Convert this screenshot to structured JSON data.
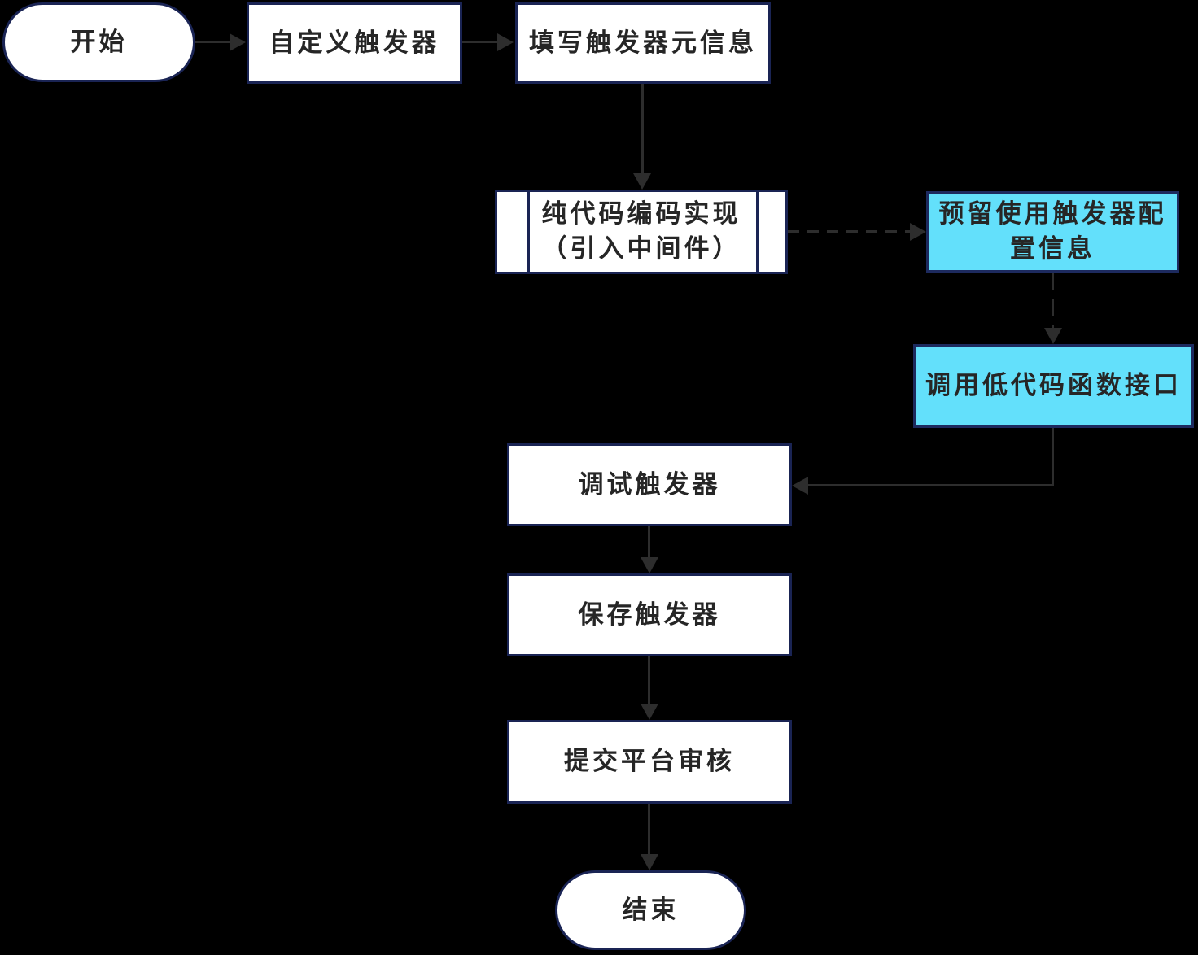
{
  "canvas": {
    "background": "#000000"
  },
  "colors": {
    "node_fill": "#ffffff",
    "node_border": "#1a2454",
    "highlight_fill": "#63e0fb",
    "highlight_border": "#1d2a5e",
    "text": "#262626",
    "connector": "#2d2d2d"
  },
  "nodes": {
    "start": {
      "shape": "terminator",
      "label": "开始"
    },
    "custom_trigger": {
      "shape": "process",
      "label": "自定义触发器"
    },
    "fill_meta": {
      "shape": "process",
      "label": "填写触发器元信息"
    },
    "pure_code": {
      "shape": "predefined-process",
      "label": "纯代码编码实现\n（引入中间件）"
    },
    "reserve_config": {
      "shape": "process-highlight",
      "label": "预留使用触发器配\n置信息"
    },
    "call_lowcode": {
      "shape": "process-highlight",
      "label": "调用低代码函数接口"
    },
    "debug_trigger": {
      "shape": "process",
      "label": "调试触发器"
    },
    "save_trigger": {
      "shape": "process",
      "label": "保存触发器"
    },
    "submit_review": {
      "shape": "process",
      "label": "提交平台审核"
    },
    "end": {
      "shape": "terminator",
      "label": "结束"
    }
  },
  "edges": [
    {
      "from": "start",
      "to": "custom_trigger",
      "style": "solid"
    },
    {
      "from": "custom_trigger",
      "to": "fill_meta",
      "style": "solid"
    },
    {
      "from": "fill_meta",
      "to": "pure_code",
      "style": "solid"
    },
    {
      "from": "pure_code",
      "to": "reserve_config",
      "style": "dashed"
    },
    {
      "from": "reserve_config",
      "to": "call_lowcode",
      "style": "dashed"
    },
    {
      "from": "call_lowcode",
      "to": "debug_trigger",
      "style": "solid"
    },
    {
      "from": "debug_trigger",
      "to": "save_trigger",
      "style": "solid"
    },
    {
      "from": "save_trigger",
      "to": "submit_review",
      "style": "solid"
    },
    {
      "from": "submit_review",
      "to": "end",
      "style": "solid"
    }
  ]
}
